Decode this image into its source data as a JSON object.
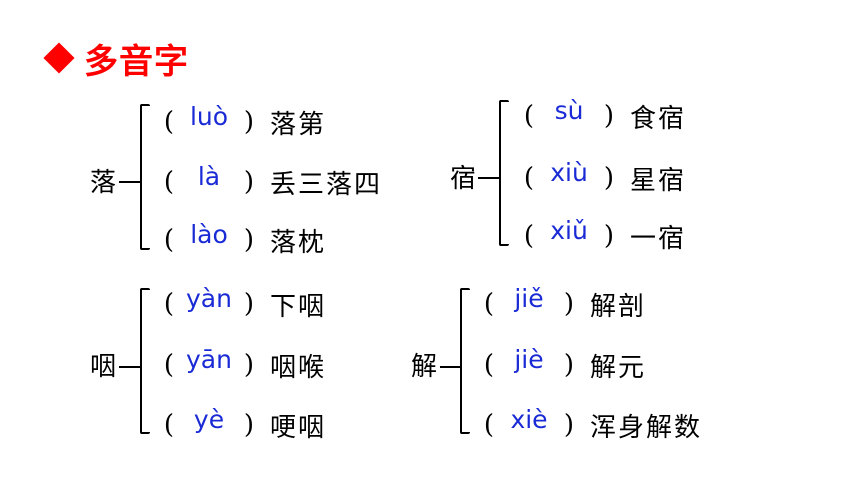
{
  "title": "多音字",
  "colors": {
    "title": "#ff0000",
    "pinyin": "#1a2bd6",
    "text": "#000000"
  },
  "groups": [
    {
      "char": "落",
      "items": [
        {
          "pinyin": "luò",
          "word": "落第"
        },
        {
          "pinyin": "là",
          "word": "丢三落四"
        },
        {
          "pinyin": "lào",
          "word": "落枕"
        }
      ]
    },
    {
      "char": "宿",
      "items": [
        {
          "pinyin": "sù",
          "word": "食宿"
        },
        {
          "pinyin": "xiù",
          "word": "星宿"
        },
        {
          "pinyin": "xiǔ",
          "word": "一宿"
        }
      ]
    },
    {
      "char": "咽",
      "items": [
        {
          "pinyin": "yàn",
          "word": "下咽"
        },
        {
          "pinyin": "yān",
          "word": "咽喉"
        },
        {
          "pinyin": "yè",
          "word": "哽咽"
        }
      ]
    },
    {
      "char": "解",
      "items": [
        {
          "pinyin": "jiě",
          "word": "解剖"
        },
        {
          "pinyin": "jiè",
          "word": "解元"
        },
        {
          "pinyin": "xiè",
          "word": "浑身解数"
        }
      ]
    }
  ],
  "paren_open": "(",
  "paren_close": ")"
}
